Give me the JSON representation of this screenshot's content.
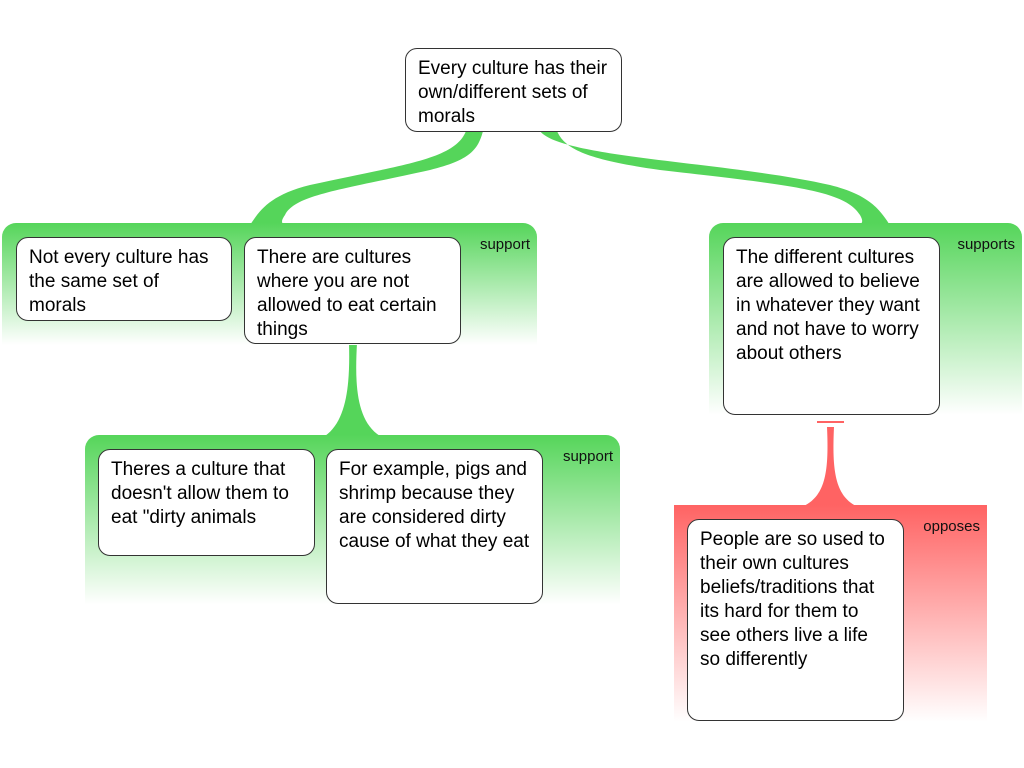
{
  "colors": {
    "support": "#55d55a",
    "oppose": "#ff6363",
    "text": "#000000"
  },
  "root": {
    "text": "Every culture has their own/different sets of morals"
  },
  "groups": [
    {
      "type": "support",
      "label": "support",
      "claims": [
        {
          "text": "Not every culture has the same set of morals"
        },
        {
          "text": "There are cultures where you are not allowed to eat certain things"
        }
      ]
    },
    {
      "type": "support",
      "label": "supports",
      "claims": [
        {
          "text": "The different cultures are allowed to believe in whatever they want and not have to worry about others"
        }
      ]
    },
    {
      "type": "support",
      "label": "support",
      "claims": [
        {
          "text": "Theres a culture that doesn't allow them to eat \"dirty animals"
        },
        {
          "text": "For example, pigs and shrimp because they are considered dirty cause of what they eat"
        }
      ]
    },
    {
      "type": "oppose",
      "label": "opposes",
      "claims": [
        {
          "text": "People are so used to their own cultures beliefs/traditions that its hard for them to see others live a life so differently"
        }
      ]
    }
  ]
}
